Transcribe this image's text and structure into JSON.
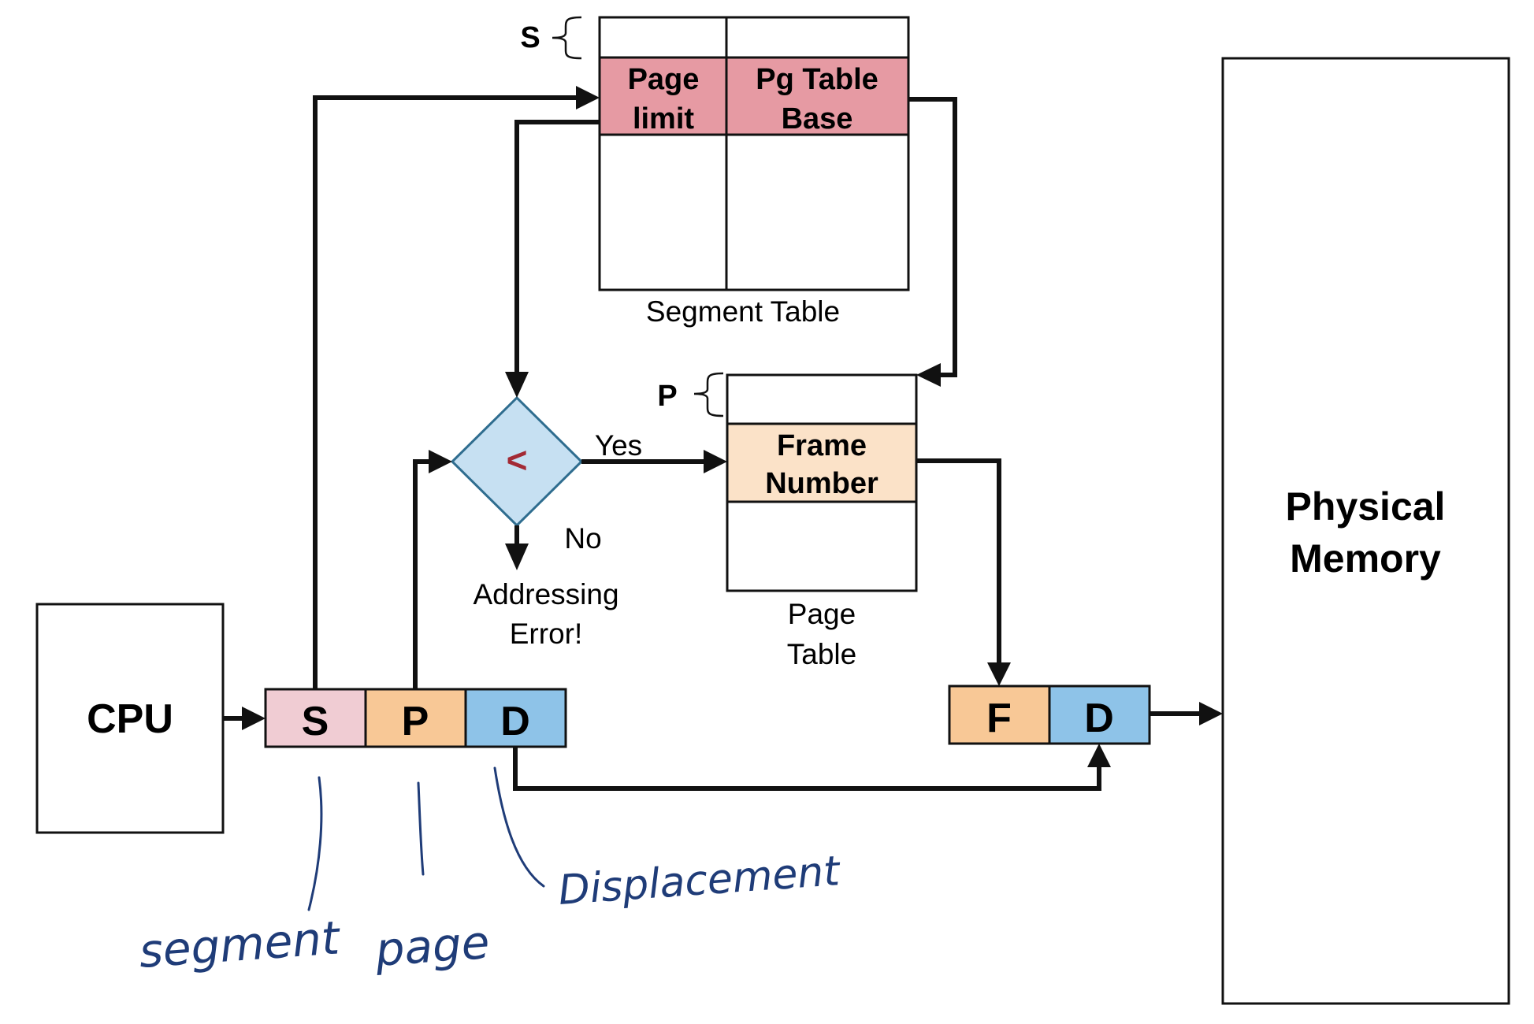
{
  "colors": {
    "stroke": "#111111",
    "segment_row": "#e69aa3",
    "seg_field": "#f0ccd3",
    "page_field": "#f8c896",
    "disp_field": "#8ec3e8",
    "frame_row": "#fbe2c8",
    "diamond_fill": "#c6e0f2",
    "diamond_stroke": "#2f6d8f",
    "less_than": "#a32a35",
    "handwriting": "#1f3c78"
  },
  "cpu": {
    "label": "CPU"
  },
  "logical_address": {
    "s": "S",
    "p": "P",
    "d": "D"
  },
  "physical_address": {
    "f": "F",
    "d": "D"
  },
  "segment_table": {
    "index_label": "S",
    "col1": [
      "Page",
      "limit"
    ],
    "col2": [
      "Pg Table",
      "Base"
    ],
    "caption": "Segment Table"
  },
  "page_table": {
    "index_label": "P",
    "entry": [
      "Frame",
      "Number"
    ],
    "caption": [
      "Page",
      "Table"
    ]
  },
  "comparator": {
    "symbol": "<",
    "yes": "Yes",
    "no": "No"
  },
  "error": [
    "Addressing",
    "Error!"
  ],
  "memory": [
    "Physical",
    "Memory"
  ],
  "annotations": {
    "segment": "segment",
    "page": "page",
    "displacement": "Displacement"
  }
}
